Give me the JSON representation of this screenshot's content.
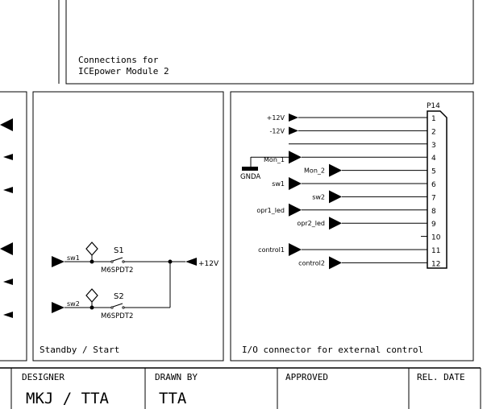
{
  "top_box": {
    "caption_line1": "Connections for",
    "caption_line2": "ICEpower Module 2"
  },
  "standby_box": {
    "caption": "Standby / Start",
    "switches": [
      {
        "net": "sw1",
        "ref": "S1",
        "part": "M6SPDT2"
      },
      {
        "net": "sw2",
        "ref": "S2",
        "part": "M6SPDT2"
      }
    ],
    "supply": "+12V"
  },
  "io_box": {
    "caption": "I/O connector for external control",
    "connector_ref": "P14",
    "ground_label": "GNDA",
    "pins": [
      "1",
      "2",
      "3",
      "4",
      "5",
      "6",
      "7",
      "8",
      "9",
      "10",
      "11",
      "12"
    ],
    "nets": [
      "+12V",
      "-12V",
      "",
      "Mon_1",
      "Mon_2",
      "sw1",
      "sw2",
      "opr1_led",
      "opr2_led",
      "",
      "control1",
      "control2"
    ]
  },
  "title_block": {
    "designer_label": "DESIGNER",
    "designer_value": "MKJ / TTA",
    "drawn_by_label": "DRAWN BY",
    "drawn_by_value": "TTA",
    "approved_label": "APPROVED",
    "rel_date_label": "REL. DATE"
  }
}
